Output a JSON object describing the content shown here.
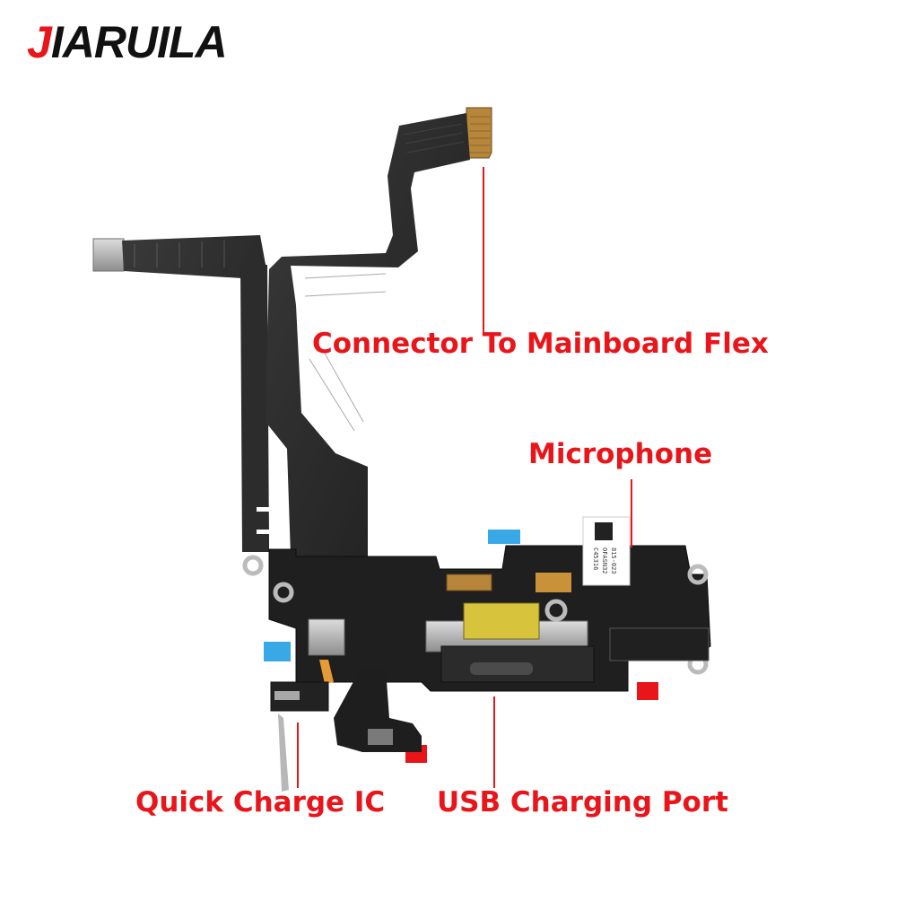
{
  "brand": {
    "lead": "J",
    "rest": "IARUILA"
  },
  "callouts": {
    "connector": "Connector To Mainboard Flex",
    "microphone": "Microphone",
    "quick_charge": "Quick Charge IC",
    "usb_port": "USB Charging Port"
  },
  "sticker": {
    "line1": "C45316",
    "line2": "OFASN32",
    "line3": "815-023"
  },
  "colors": {
    "label": "#e8161b",
    "brand_accent": "#e8161b",
    "brand_text": "#111111",
    "flex": "#262626",
    "board": "#1f1f1f",
    "connector_gold": "#b8863a",
    "metal": "#b9b9b9",
    "sticker_blue": "#39a8e6",
    "sticker_red": "#e8161b"
  }
}
